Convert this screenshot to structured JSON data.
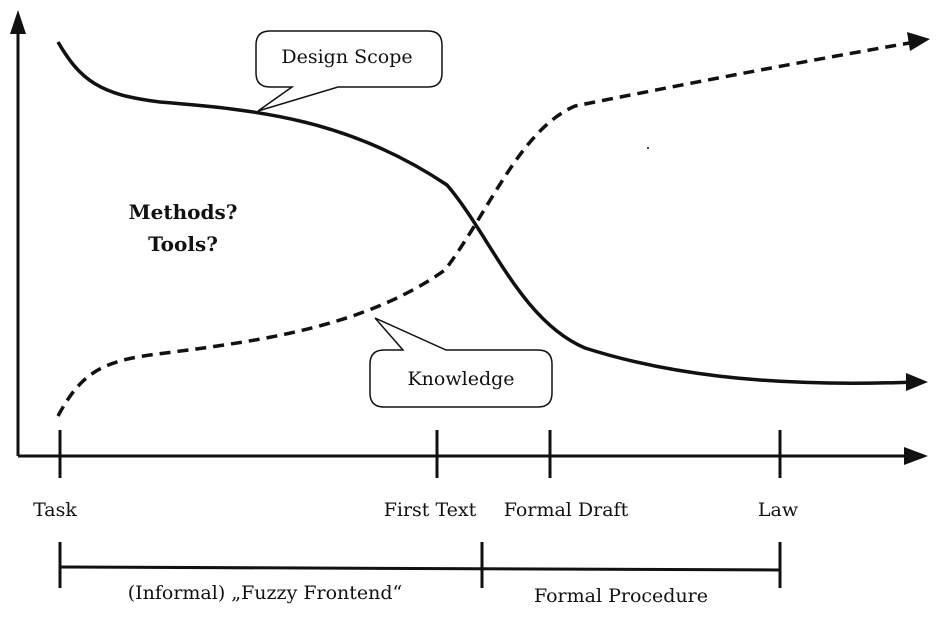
{
  "callouts": {
    "design_scope": "Design Scope",
    "knowledge": "Knowledge"
  },
  "question_lines": [
    "Methods?",
    "Tools?"
  ],
  "milestones": [
    "Task",
    "First Text",
    "Formal Draft",
    "Law"
  ],
  "phases": [
    "(Informal) „Fuzzy Frontend“",
    "Formal Procedure"
  ],
  "curves": {
    "design_scope_style": "solid",
    "knowledge_style": "dashed"
  },
  "colors": {
    "ink": "#111111",
    "background": "#ffffff"
  }
}
